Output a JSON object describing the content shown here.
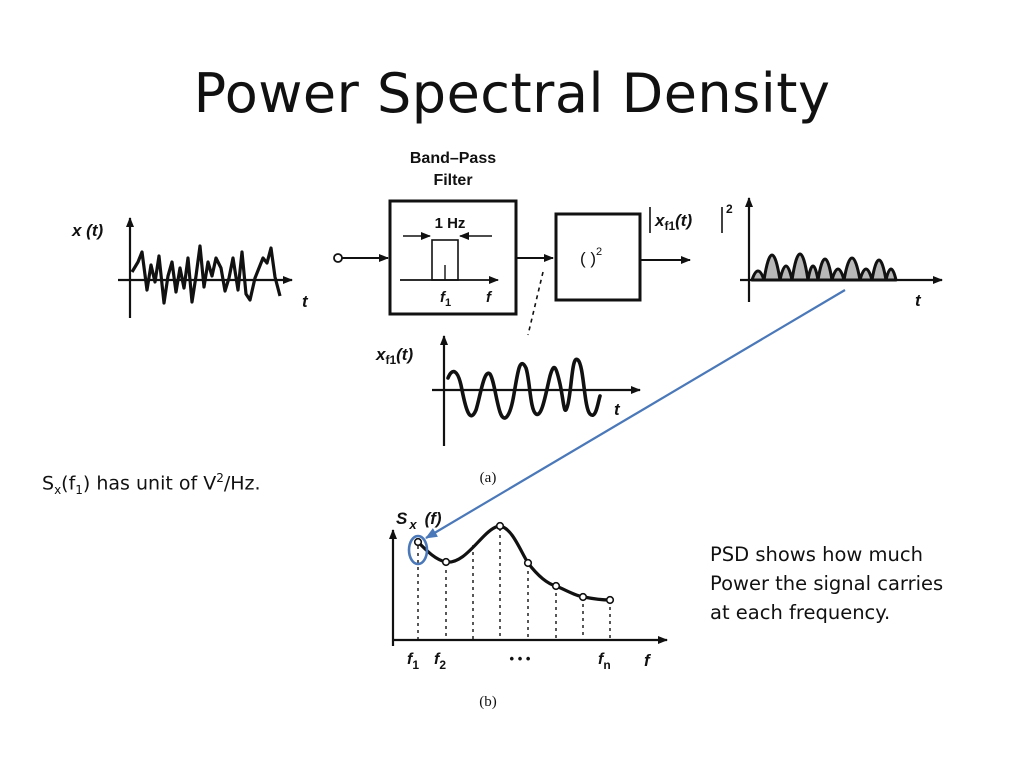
{
  "title": "Power Spectral Density",
  "unit_note": {
    "s": "S",
    "sub_x": "x",
    "f": "(f",
    "sub_1": "1",
    "rest": ")  has unit of V",
    "sup_2": "2",
    "tail": "/Hz."
  },
  "description_lines": [
    "PSD shows how much",
    "Power the signal carries",
    "at each frequency."
  ],
  "figure_a": {
    "input_label": "x (",
    "input_label_t": "t",
    "input_label_end": ")",
    "time_axis": "t",
    "filter_title_1": "Band–Pass",
    "filter_title_2": "Filter",
    "bandwidth": "1 Hz",
    "filter_center": "f",
    "filter_center_sub": "1",
    "filter_axis": "f",
    "squarer": "(  )",
    "squarer_exp": "2",
    "output_label": "x",
    "output_label_sub": "f1",
    "output_label_t": "(t)",
    "output_exp": "2",
    "filtered_label": "x",
    "filtered_label_sub": "f1",
    "filtered_label_t": "(t)",
    "caption": "(a)"
  },
  "figure_b": {
    "ylabel_s": "S",
    "ylabel_x": "x",
    "ylabel_f": "(f)",
    "x_axis": "f",
    "ticks": [
      {
        "base": "f",
        "sub": "1"
      },
      {
        "base": "f",
        "sub": "2"
      },
      {
        "base": "• • •",
        "sub": ""
      },
      {
        "base": "f",
        "sub": "n"
      }
    ],
    "caption": "(b)"
  },
  "colors": {
    "text": "#111111",
    "highlight": "#4a78b8",
    "fill": "#b8b8b8"
  }
}
